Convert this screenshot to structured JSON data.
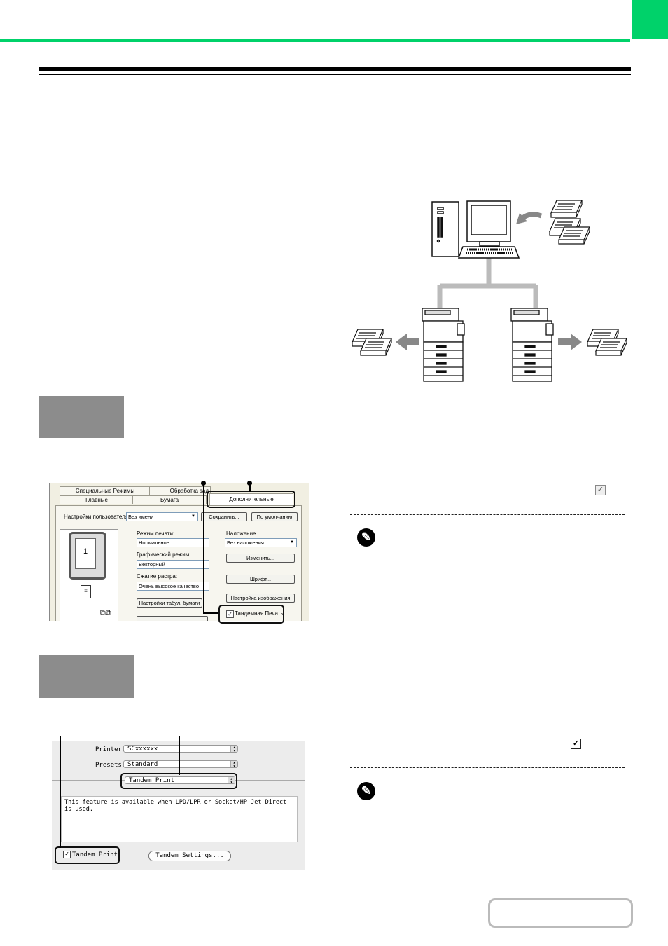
{
  "header": {
    "accent_color": "#00d26a"
  },
  "diagram": {
    "icons": [
      "computer-icon",
      "document-stack-icon",
      "printer-icon",
      "arrow-icon",
      "network-line"
    ]
  },
  "windows_dialog": {
    "tabs_row1": [
      "Специальные Режимы",
      "Обработка зад"
    ],
    "tabs_row2": [
      "Главные",
      "Бумага"
    ],
    "active_tab": "Дополнительные",
    "user_settings_label": "Настройки пользователя",
    "user_settings_value": "Без имени",
    "save_button": "Сохранить...",
    "default_button": "По умолчанию",
    "preview_page": "1",
    "print_mode_label": "Режим печати:",
    "print_mode_value": "Нормальное",
    "graphics_mode_label": "Графический режим:",
    "graphics_mode_value": "Векторный",
    "raster_compression_label": "Сжатие растра:",
    "raster_compression_value": "Очень высокое качество",
    "tab_paper_button": "Настройки табул. бумаги",
    "overlay_label": "Наложение",
    "overlay_value": "Без наложения",
    "change_button": "Изменить...",
    "font_button": "Шрифт...",
    "image_settings_button": "Настройка изображения",
    "tandem_checkbox_label": "Тандемная Печать",
    "tandem_checked": true
  },
  "mac_dialog": {
    "printer_label": "Printer:",
    "printer_value": "SCxxxxxx",
    "presets_label": "Presets:",
    "presets_value": "Standard",
    "panel_value": "Tandem Print",
    "info_text": "This feature is available when LPD/LPR or Socket/HP Jet Direct is used.",
    "tandem_checkbox_label": "Tandem Print",
    "tandem_checked": true,
    "settings_button": "Tandem Settings..."
  },
  "notes": {
    "icon": "pencil-note-icon"
  },
  "checkbox_symbols": {
    "win": "✓",
    "mac": "✓"
  }
}
